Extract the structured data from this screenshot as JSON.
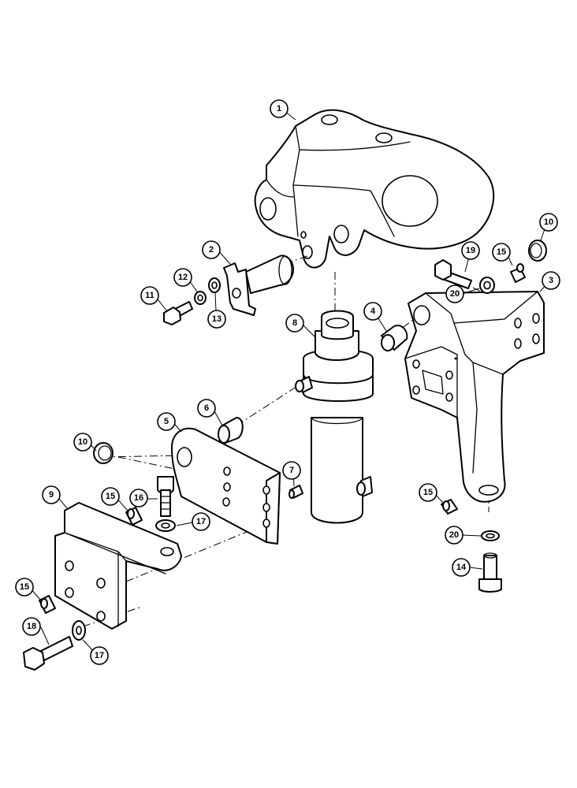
{
  "callouts": [
    {
      "id": "c1",
      "label": "1"
    },
    {
      "id": "c2",
      "label": "2"
    },
    {
      "id": "c3",
      "label": "3"
    },
    {
      "id": "c4",
      "label": "4"
    },
    {
      "id": "c5",
      "label": "5"
    },
    {
      "id": "c6",
      "label": "6"
    },
    {
      "id": "c7",
      "label": "7"
    },
    {
      "id": "c8",
      "label": "8"
    },
    {
      "id": "c9",
      "label": "9"
    },
    {
      "id": "c10a",
      "label": "10"
    },
    {
      "id": "c10b",
      "label": "10"
    },
    {
      "id": "c11",
      "label": "11"
    },
    {
      "id": "c12",
      "label": "12"
    },
    {
      "id": "c13",
      "label": "13"
    },
    {
      "id": "c14",
      "label": "14"
    },
    {
      "id": "c15a",
      "label": "15"
    },
    {
      "id": "c15b",
      "label": "15"
    },
    {
      "id": "c15c",
      "label": "15"
    },
    {
      "id": "c15d",
      "label": "15"
    },
    {
      "id": "c16",
      "label": "16"
    },
    {
      "id": "c17a",
      "label": "17"
    },
    {
      "id": "c17b",
      "label": "17"
    },
    {
      "id": "c18",
      "label": "18"
    },
    {
      "id": "c19",
      "label": "19"
    },
    {
      "id": "c20a",
      "label": "20"
    },
    {
      "id": "c20b",
      "label": "20"
    }
  ]
}
